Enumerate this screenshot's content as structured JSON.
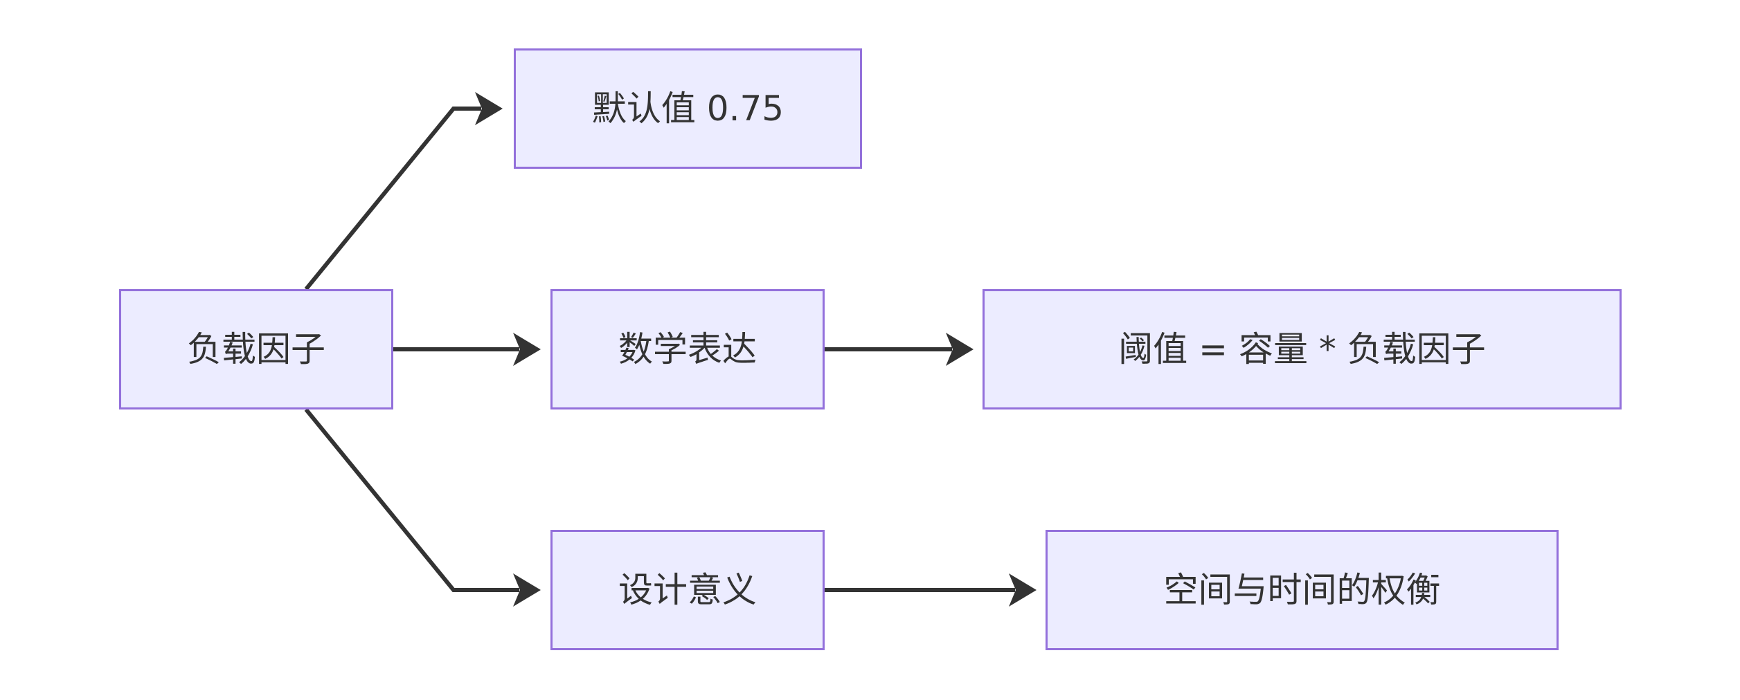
{
  "nodes": {
    "load_factor": "负载因子",
    "default_value": "默认值 0.75",
    "math_expression": "数学表达",
    "design_meaning": "设计意义",
    "formula": "阈值 = 容量 * 负载因子",
    "tradeoff": "空间与时间的权衡"
  },
  "colors": {
    "node_fill": "#ECECFF",
    "node_border": "#9370DB",
    "edge": "#333333",
    "text": "#333333"
  }
}
